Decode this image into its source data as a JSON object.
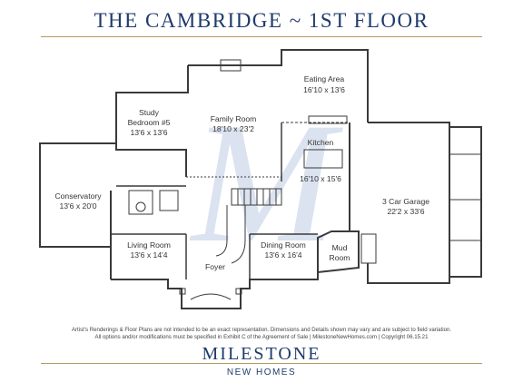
{
  "title": "THE CAMBRIDGE ~ 1ST FLOOR",
  "rooms": {
    "eating_area": {
      "name": "Eating Area",
      "dim": "16'10 x 13'6"
    },
    "study": {
      "name1": "Study",
      "name2": "Bedroom #5",
      "dim": "13'6 x 13'6"
    },
    "family_room": {
      "name": "Family Room",
      "dim": "18'10 x 23'2"
    },
    "kitchen": {
      "name": "Kitchen",
      "dim": "16'10 x 15'6"
    },
    "conservatory": {
      "name": "Conservatory",
      "dim": "13'6 x 20'0"
    },
    "garage": {
      "name": "3 Car Garage",
      "dim": "22'2 x 33'6"
    },
    "living_room": {
      "name": "Living Room",
      "dim": "13'6 x 14'4"
    },
    "dining_room": {
      "name": "Dining Room",
      "dim": "13'6 x 16'4"
    },
    "mud_room": {
      "name1": "Mud",
      "name2": "Room"
    },
    "foyer": {
      "name": "Foyer"
    }
  },
  "disclaimer": {
    "line1": "Artist's Renderings & Floor Plans are not intended to be an exact representation. Dimensions and Details shown may vary and are subject to field variation.",
    "line2": "All options and/or modifications must be specified in Exhibit C of the Agreement of Sale | MilestoneNewHomes.com | Copyright 06.15.21"
  },
  "brand": {
    "name": "MILESTONE",
    "sub": "NEW HOMES",
    "monogram": "M"
  },
  "colors": {
    "brand": "#1f3b6b",
    "rule": "#b49a62",
    "watermark": "#c7d1e6",
    "walls": "#3a3a3a"
  }
}
